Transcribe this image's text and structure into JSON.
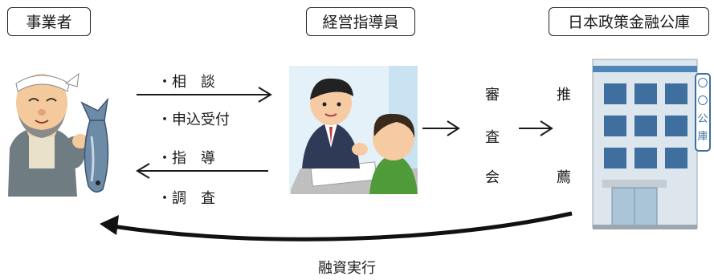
{
  "actors": {
    "business": "事業者",
    "advisor": "経営指導員",
    "bank": "日本政策金融公庫"
  },
  "flows": {
    "to_advisor_1": "・相　談",
    "to_advisor_2": "・申込受付",
    "to_business_1": "・指　導",
    "to_business_2": "・調　査"
  },
  "review": [
    "審",
    "査",
    "会"
  ],
  "recommend": [
    "推",
    "薦"
  ],
  "sign_text": "〇〇公庫",
  "loan": "融資実行"
}
